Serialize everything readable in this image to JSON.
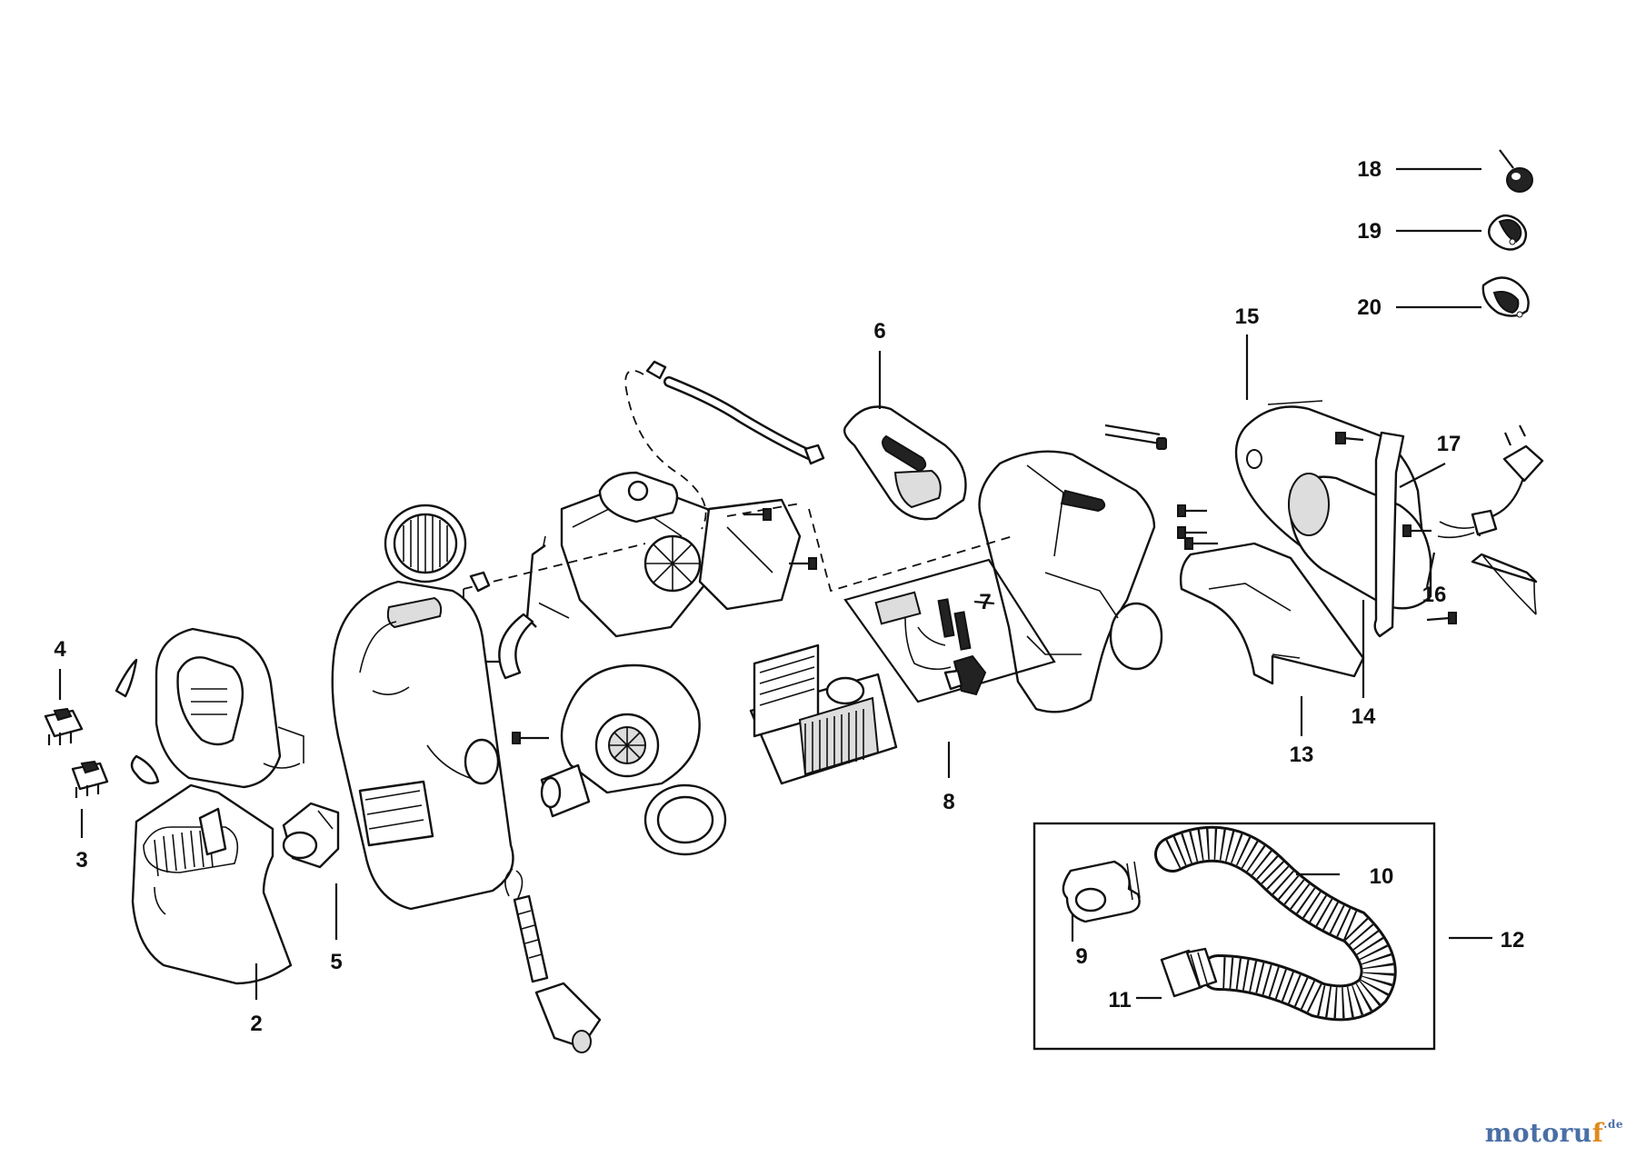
{
  "diagram": {
    "labels": [
      "2",
      "3",
      "4",
      "5",
      "6",
      "7",
      "8",
      "9",
      "10",
      "11",
      "12",
      "13",
      "14",
      "15",
      "16",
      "17",
      "18",
      "19",
      "20"
    ]
  },
  "watermark": {
    "main": "motoru",
    "accent": "f",
    "tld": ".de"
  },
  "colors": {
    "line": "#111111",
    "watermark_blue": "#4a6fa5",
    "watermark_orange": "#e08a1e"
  }
}
